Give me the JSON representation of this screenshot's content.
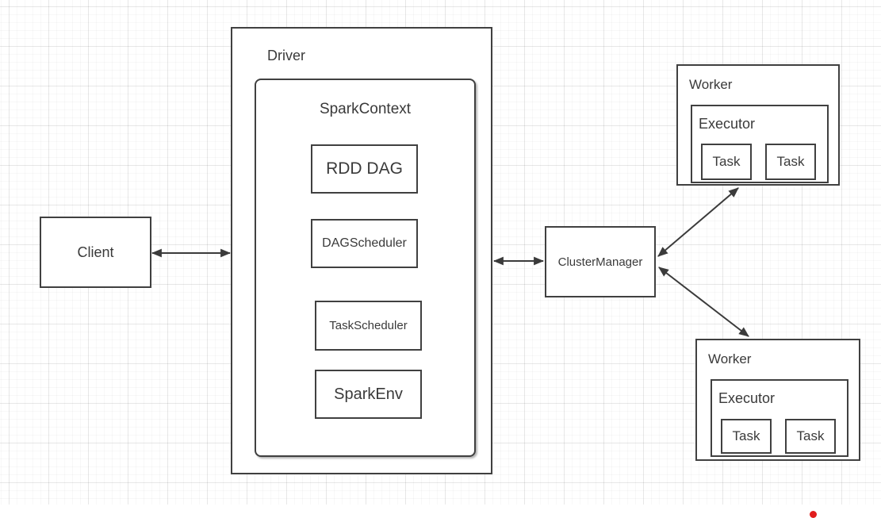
{
  "diagram": {
    "client": {
      "label": "Client"
    },
    "driver": {
      "label": "Driver",
      "spark_context": {
        "label": "SparkContext",
        "components": [
          {
            "label": "RDD DAG"
          },
          {
            "label": "DAGScheduler"
          },
          {
            "label": "TaskScheduler"
          },
          {
            "label": "SparkEnv"
          }
        ]
      }
    },
    "cluster_manager": {
      "label": "ClusterManager"
    },
    "workers": [
      {
        "label": "Worker",
        "executor": {
          "label": "Executor",
          "tasks": [
            {
              "label": "Task"
            },
            {
              "label": "Task"
            }
          ]
        }
      },
      {
        "label": "Worker",
        "executor": {
          "label": "Executor",
          "tasks": [
            {
              "label": "Task"
            },
            {
              "label": "Task"
            }
          ]
        }
      }
    ],
    "connections": [
      {
        "from": "Client",
        "to": "Driver",
        "style": "double-arrow"
      },
      {
        "from": "Driver",
        "to": "ClusterManager",
        "style": "double-arrow"
      },
      {
        "from": "ClusterManager",
        "to": "Worker-top",
        "style": "double-arrow"
      },
      {
        "from": "ClusterManager",
        "to": "Worker-bottom",
        "style": "double-arrow"
      }
    ],
    "colors": {
      "stroke": "#404040",
      "text": "#3a3a3a",
      "node_fill": "#ffffff",
      "red_dot": "#e11d1d"
    }
  }
}
